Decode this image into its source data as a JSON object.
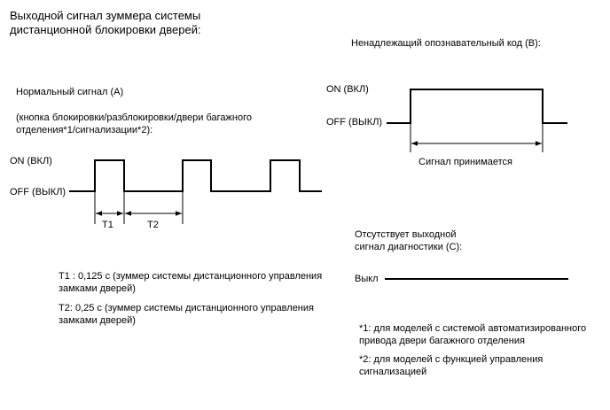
{
  "title": {
    "line1": "Выходной сигнал зуммера системы",
    "line2": "дистанционной блокировки дверей:"
  },
  "normal": {
    "heading": "Нормальный сигнал (A)",
    "note_line1": "(кнопка блокировки/разблокировки/двери багажного",
    "note_line2": "отделения*1/сигнализации*2):",
    "on_label": "ON (ВКЛ)",
    "off_label": "OFF (ВЫКЛ)",
    "t1_label": "T1",
    "t2_label": "T2",
    "t1_def_line1": "T1 : 0,125 с (зуммер системы дистанционного управления",
    "t1_def_line2": "замками дверей)",
    "t2_def_line1": "T2: 0,25 с (зуммер системы дистанционного управления",
    "t2_def_line2": "замками дверей)"
  },
  "invalid": {
    "heading": "Ненадлежащий опознавательный код (B):",
    "on_label": "ON (ВКЛ)",
    "off_label": "OFF (ВЫКЛ)",
    "accepted_label": "Сигнал принимается"
  },
  "none": {
    "heading_line1": "Отсутствует выходной",
    "heading_line2": "сигнал диагностики (C):",
    "off_label": "Выкл"
  },
  "footnotes": {
    "f1_line1": "*1: для моделей с системой автоматизированного",
    "f1_line2": "привода двери багажного отделения",
    "f2_line1": "*2: для моделей с функцией управления",
    "f2_line2": "сигнализацией"
  }
}
